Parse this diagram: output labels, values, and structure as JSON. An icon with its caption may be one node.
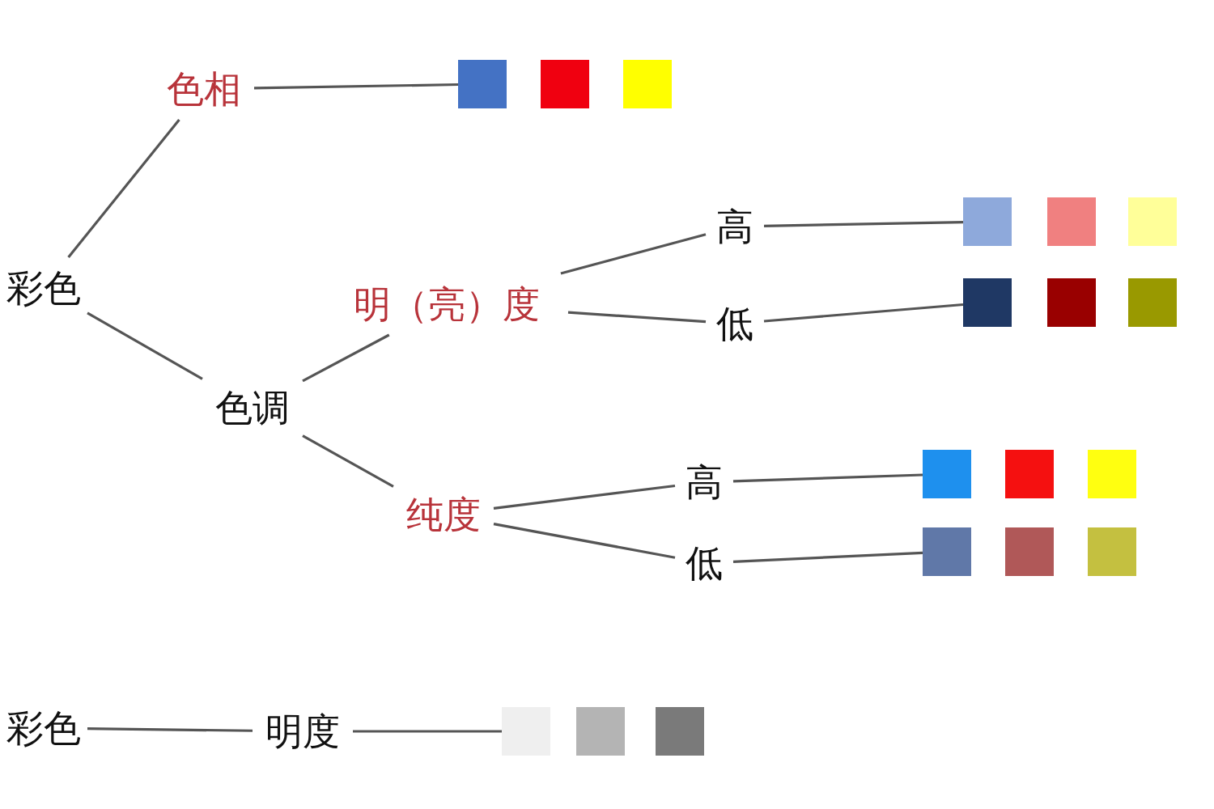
{
  "diagram": {
    "nodes": [
      {
        "text": [
          "彩色"
        ]
      },
      {
        "text": [
          "色相"
        ]
      },
      {
        "text": [],
        "shape": "box"
      },
      {
        "text": [],
        "shape": "box"
      },
      {
        "text": [],
        "shape": "box"
      },
      {
        "text": [
          "色调"
        ]
      },
      {
        "text": [
          "明（亮）度"
        ]
      },
      {
        "text": [
          "高"
        ]
      },
      {
        "text": [],
        "shape": "box"
      },
      {
        "text": [],
        "shape": "box"
      },
      {
        "text": [],
        "shape": "box"
      },
      {
        "text": [
          "低"
        ]
      },
      {
        "text": [],
        "shape": "box"
      },
      {
        "text": [],
        "shape": "box"
      },
      {
        "text": [],
        "shape": "box"
      },
      {
        "text": [
          "纯度"
        ]
      },
      {
        "text": [
          "高"
        ]
      },
      {
        "text": [],
        "shape": "box"
      },
      {
        "text": [],
        "shape": "box"
      },
      {
        "text": [],
        "shape": "box"
      },
      {
        "text": [
          "低"
        ]
      },
      {
        "text": [],
        "shape": "box"
      },
      {
        "text": [],
        "shape": "box"
      },
      {
        "text": [],
        "shape": "box"
      },
      {
        "text": [
          "彩色"
        ]
      },
      {
        "text": [
          "明度"
        ]
      },
      {
        "text": [],
        "shape": "box"
      },
      {
        "text": [],
        "shape": "box"
      },
      {
        "text": [],
        "shape": "box"
      }
    ],
    "edges": [
      {
        "from": 0,
        "to": 1,
        "arrow": "none"
      },
      {
        "from": 1,
        "to": 2,
        "arrow": "none"
      },
      {
        "from": 0,
        "to": 5,
        "arrow": "none"
      },
      {
        "from": 5,
        "to": 6,
        "arrow": "none"
      },
      {
        "from": 6,
        "to": 7,
        "arrow": "none"
      },
      {
        "from": 6,
        "to": 11,
        "arrow": "none"
      },
      {
        "from": 7,
        "to": 8,
        "arrow": "none"
      },
      {
        "from": 11,
        "to": 12,
        "arrow": "none"
      },
      {
        "from": 5,
        "to": 15,
        "arrow": "none"
      },
      {
        "from": 15,
        "to": 16,
        "arrow": "none"
      },
      {
        "from": 15,
        "to": 20,
        "arrow": "none"
      },
      {
        "from": 16,
        "to": 17,
        "arrow": "none"
      },
      {
        "from": 20,
        "to": 21,
        "arrow": "none"
      },
      {
        "from": 24,
        "to": 25,
        "arrow": "none"
      },
      {
        "from": 25,
        "to": 26,
        "arrow": "none"
      }
    ]
  }
}
